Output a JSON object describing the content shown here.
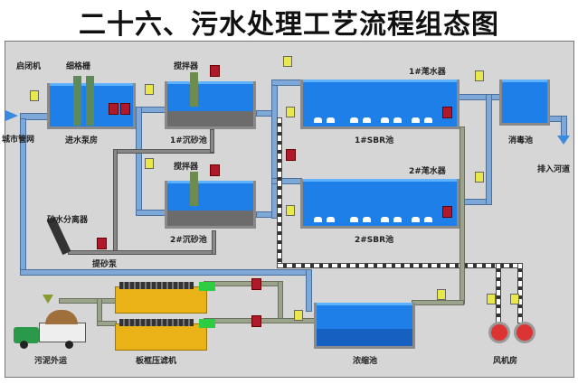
{
  "title": "二十六、污水处理工艺流程组态图",
  "labels": {
    "gate": "启闭机",
    "screen": "细格栅",
    "inlet": "城市管网",
    "pump_house": "进水泵房",
    "mixer1": "搅拌器",
    "mixer2": "搅拌器",
    "grit1": "1#沉砂池",
    "grit2": "2#沉砂池",
    "separator": "砂水分离器",
    "sand_pump": "提砂泵",
    "decanter1": "1#滗水器",
    "decanter2": "2#滗水器",
    "sbr1": "1#SBR池",
    "sbr2": "2#SBR池",
    "disinfection": "消毒池",
    "outlet": "排入河道",
    "sludge_out": "污泥外运",
    "filter_press": "板框压滤机",
    "thickener": "浓缩池",
    "blower": "风机房"
  },
  "colors": {
    "water": "#1e7fe8",
    "valve_open": "#e8e84a",
    "valve_closed": "#b0182b"
  }
}
